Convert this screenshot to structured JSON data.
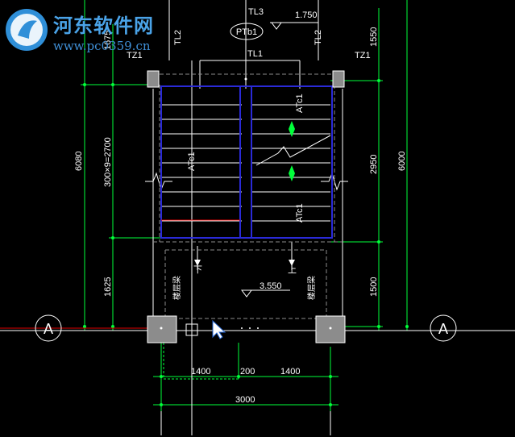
{
  "watermark": {
    "title": "河东软件网",
    "url": "www.pc0359.cn"
  },
  "labels": {
    "tl3": "TL3",
    "elev_top": "1.750",
    "ptb1": "PTb1",
    "tl2_left": "TL2",
    "tl2_right": "TL2",
    "tl1": "TL1",
    "tz1_left": "TZ1",
    "tz1_right": "TZ1",
    "atc1_upper": "ATc1",
    "atc1_left": "ATc1",
    "atc1_lower": "ATc1",
    "down": "下",
    "up": "上",
    "elev_landing": "3.550",
    "slab_left": "楼层梁",
    "slab_right": "楼层梁",
    "axis_left": "A",
    "axis_right": "A"
  },
  "dimensions": {
    "d1675": "1675",
    "d6080": "6080",
    "d2700": "300×9=2700",
    "d1625": "1625",
    "d1550": "1550",
    "d2950": "2950",
    "d1500": "1500",
    "d6000": "6000",
    "d1400a": "1400",
    "d200": "200",
    "d1400b": "1400",
    "d3000": "3000"
  },
  "colors": {
    "white": "#ffffff",
    "green": "#00ff3a",
    "blue": "#2a2ad8",
    "gray": "#8c8c8c",
    "red": "#e00000"
  }
}
